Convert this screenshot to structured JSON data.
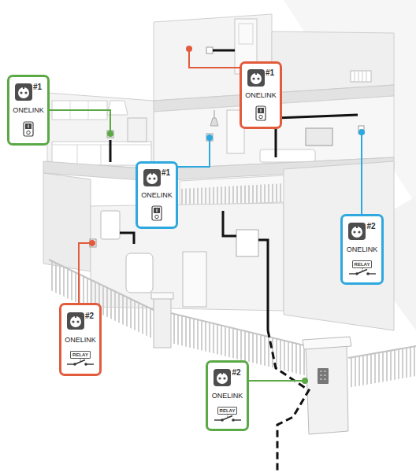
{
  "diagram": {
    "nodes": [
      {
        "text": [
          "#1",
          "ONELINK"
        ]
      },
      {
        "text": [
          "#1",
          "ONELINK"
        ]
      },
      {
        "text": [
          "#1",
          "ONELINK"
        ]
      },
      {
        "text": [
          "#2",
          "ONELINK",
          "RELAY"
        ]
      },
      {
        "text": [
          "#2",
          "ONELINK",
          "RELAY"
        ]
      },
      {
        "text": [
          "#2",
          "ONELINK",
          "RELAY"
        ]
      }
    ]
  }
}
